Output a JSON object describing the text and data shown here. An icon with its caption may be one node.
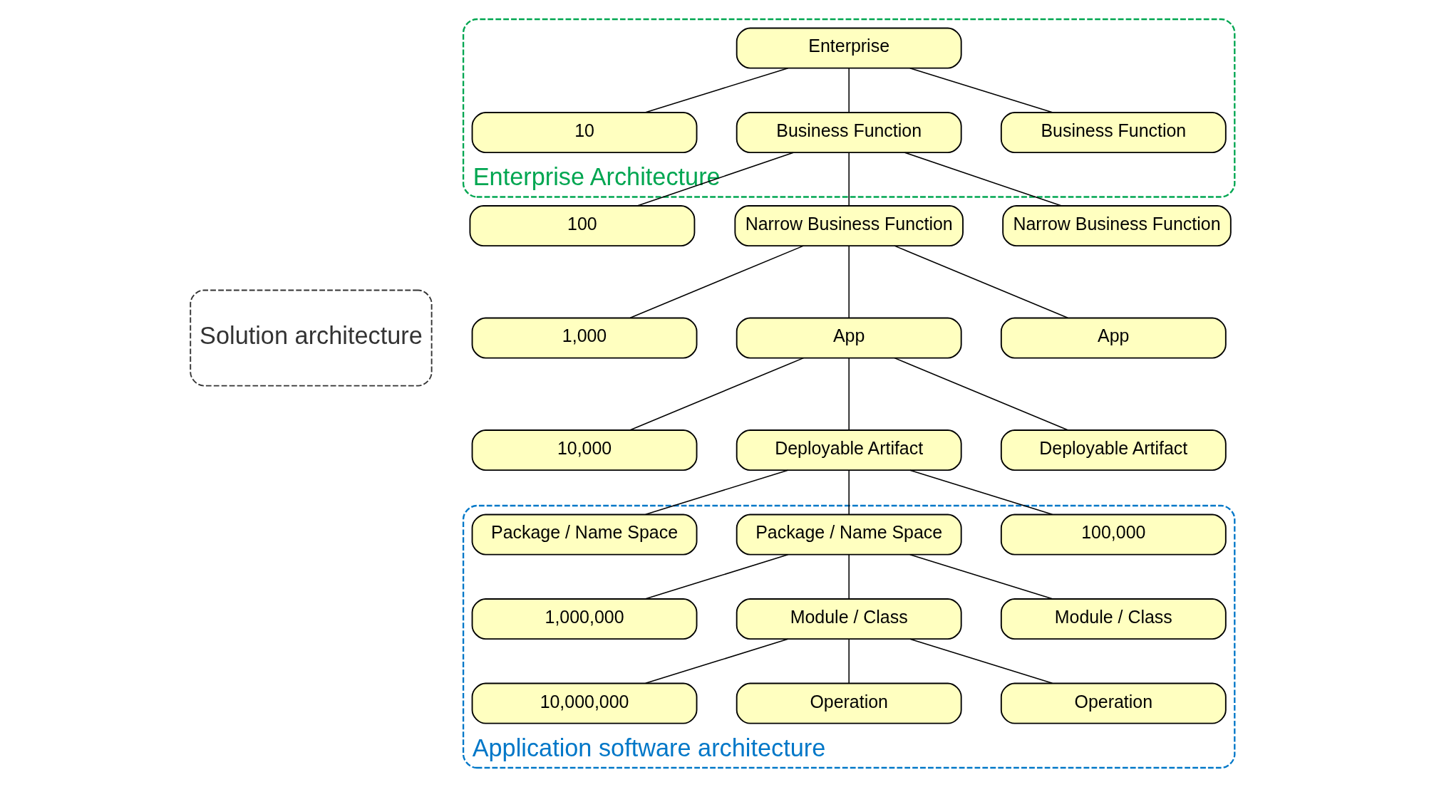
{
  "diagram": {
    "nodes": [
      {
        "text": [
          "Enterprise Architecture"
        ]
      },
      {
        "text": [
          "Enterprise"
        ],
        "in": 0
      },
      {
        "text": [
          "10"
        ],
        "in": 0
      },
      {
        "text": [
          "Business Function"
        ],
        "in": 0
      },
      {
        "text": [
          "Business Function"
        ],
        "in": 0
      },
      {
        "text": [
          "Solution architecture"
        ]
      },
      {
        "text": [
          "100"
        ]
      },
      {
        "text": [
          "Narrow Business Function"
        ]
      },
      {
        "text": [
          "Narrow Business Function"
        ]
      },
      {
        "text": [
          "1,000"
        ]
      },
      {
        "text": [
          "App"
        ]
      },
      {
        "text": [
          "App"
        ]
      },
      {
        "text": [
          "Application software architecture"
        ]
      },
      {
        "text": [
          "10,000"
        ]
      },
      {
        "text": [
          "Deployable Artifact"
        ]
      },
      {
        "text": [
          "Deployable Artifact"
        ]
      },
      {
        "text": [
          "100,000"
        ],
        "in": 12
      },
      {
        "text": [
          "Package / Name Space"
        ],
        "in": 12
      },
      {
        "text": [
          "Package / Name Space"
        ],
        "in": 12
      },
      {
        "text": [
          "1,000,000"
        ],
        "in": 12
      },
      {
        "text": [
          "Module / Class"
        ],
        "in": 12
      },
      {
        "text": [
          "Module / Class"
        ],
        "in": 12
      },
      {
        "text": [
          "10,000,000"
        ],
        "in": 12
      },
      {
        "text": [
          "Operation"
        ],
        "in": 12
      },
      {
        "text": [
          "Operation"
        ],
        "in": 12
      }
    ],
    "edges": [
      {
        "from": 1,
        "to": 2,
        "arrow": "none"
      },
      {
        "from": 1,
        "to": 3,
        "arrow": "none"
      },
      {
        "from": 1,
        "to": 4,
        "arrow": "none"
      },
      {
        "from": 3,
        "to": 6,
        "arrow": "none"
      },
      {
        "from": 3,
        "to": 7,
        "arrow": "none"
      },
      {
        "from": 3,
        "to": 8,
        "arrow": "none"
      },
      {
        "from": 7,
        "to": 9,
        "arrow": "none"
      },
      {
        "from": 7,
        "to": 10,
        "arrow": "none"
      },
      {
        "from": 7,
        "to": 11,
        "arrow": "none"
      },
      {
        "from": 10,
        "to": 13,
        "arrow": "none"
      },
      {
        "from": 10,
        "to": 14,
        "arrow": "none"
      },
      {
        "from": 10,
        "to": 15,
        "arrow": "none"
      },
      {
        "from": 14,
        "to": 16,
        "arrow": "none"
      },
      {
        "from": 14,
        "to": 17,
        "arrow": "none"
      },
      {
        "from": 14,
        "to": 18,
        "arrow": "none"
      },
      {
        "from": 17,
        "to": 19,
        "arrow": "none"
      },
      {
        "from": 17,
        "to": 20,
        "arrow": "none"
      },
      {
        "from": 17,
        "to": 21,
        "arrow": "none"
      },
      {
        "from": 20,
        "to": 22,
        "arrow": "none"
      },
      {
        "from": 20,
        "to": 23,
        "arrow": "none"
      },
      {
        "from": 20,
        "to": 24,
        "arrow": "none"
      }
    ]
  }
}
